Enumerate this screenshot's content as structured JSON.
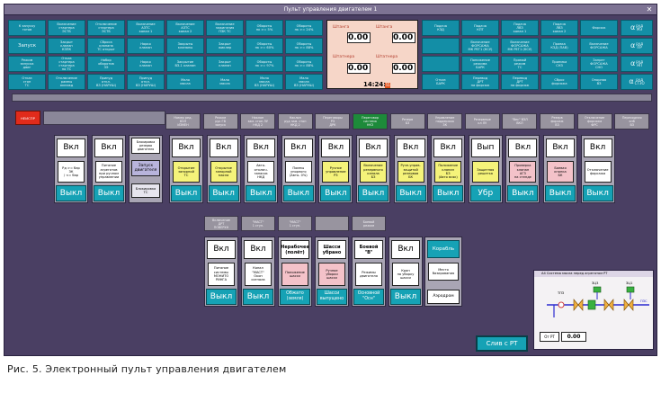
{
  "title": "Пульт управления двигателем 1",
  "caption": "Рис. 5. Электронный пульт управления двигателем",
  "top_grid": [
    [
      [
        "К запуску",
        "готов"
      ],
      [
        "Включение",
        "стартера",
        "ЭСТБ"
      ],
      [
        "Отключение",
        "стартера",
        "ЭСТБ"
      ],
      [
        "Включение",
        "АЗТС",
        "канал 1"
      ],
      [
        "Включение",
        "АЗТС",
        "канал 2"
      ],
      [
        "Включение",
        "зажигания",
        "ПЗК ТС"
      ],
      [
        "Обороты",
        "нк >= 5%"
      ],
      [
        "Обороты",
        "нк >= 24%"
      ]
    ],
    [
      [
        "Запуск"
      ],
      [
        "Закрыт",
        "клапан",
        "КЗПК"
      ],
      [
        "Сброса",
        "клапана",
        "ТС открыт"
      ],
      [
        "Нарко",
        "клапан"
      ],
      [
        "Закрыты",
        "клапаны"
      ],
      [
        "Закрыт",
        "жиклер"
      ],
      [
        "Обороты",
        "нк >= 60%"
      ],
      [
        "Обороты",
        "нк >= 88%"
      ]
    ],
    [
      [
        "Режим",
        "запуска",
        "двиг"
      ],
      [
        "Отказ",
        "стартера",
        "стартера",
        "по ТС"
      ],
      [
        "Набор",
        "оборотов",
        "ЗЭ"
      ],
      [
        "Нарко",
        "клапан"
      ],
      [
        "Закрытие",
        "ВЗ-1 клапан"
      ],
      [
        "Закрыт",
        "клапан"
      ],
      [
        "Обороты",
        "нк >= 97%"
      ],
      [
        "Обороты",
        "нк >= 88%"
      ]
    ],
    [
      [
        "Отказ",
        "стоп",
        "ТС"
      ],
      [
        "Отключение",
        "рампы",
        "охлажд"
      ],
      [
        "Принуд",
        "откл.",
        "ВЗ (НАРУШ)"
      ],
      [
        "Принуд",
        "откл.",
        "ВЗ (НАРУШ)"
      ],
      [
        "Мало",
        "масла"
      ],
      [
        "Мало",
        "масла"
      ],
      [
        "Мало",
        "масла",
        "ВЗ (НАРУШ)"
      ],
      [
        "Мало",
        "масла",
        "ВЗ (НАРУШ)"
      ]
    ]
  ],
  "right_grid": [
    [
      [
        "Подача",
        "КЗД"
      ],
      [
        "Подача",
        "КПТ"
      ],
      [
        "Подача",
        "ЛВЗ",
        "канал 1"
      ],
      [
        "Подача",
        "ЛВЗ",
        "канал 2"
      ],
      [
        "Форсаж"
      ]
    ],
    [
      [
        "",
        ""
      ],
      [
        "Включение",
        "ФОРСАЖА",
        "МК РЕГ1 (КСУ)"
      ],
      [
        "Включение",
        "ФОРСАЖА",
        "МК РЕГ1 (КСУ)"
      ],
      [
        "Правка",
        "КЗД (ПАВ)"
      ],
      [
        "Включение",
        "ФОРСАЖА"
      ]
    ],
    [
      [
        "",
        ""
      ],
      [
        "Понижение",
        "режима",
        "БАРК"
      ],
      [
        "Прямой",
        "режим",
        "ТС"
      ],
      [
        "Приемка",
        "СНЗ"
      ],
      [
        "Запрет",
        "ФОРСАЖА",
        "СНО"
      ]
    ],
    [
      [
        "Отказ",
        "БАРК"
      ],
      [
        "Перевод",
        "ДРТ",
        "на форсаж"
      ],
      [
        "Перевод",
        "ДРТ",
        "на форсаж"
      ],
      [
        "Сброс",
        "форсажа"
      ],
      [
        "Опорная",
        "ВЗ"
      ]
    ]
  ],
  "alpha_col": [
    [
      "α",
      "руд",
      "МЭ"
    ],
    [
      "α",
      "руд",
      "ПР"
    ],
    [
      "α",
      "руд",
      "НП"
    ],
    [
      "α",
      "руд",
      "СТЗО"
    ]
  ],
  "center_panel": {
    "l1": "Штанга",
    "l2": "Штанга",
    "l3": "Штатнера",
    "l4": "Штатнера",
    "v1": "0.00",
    "v2": "0.00",
    "v3": "0.00",
    "v4": "0.00",
    "time": "14:24:",
    "time_tail": "55"
  },
  "headers": [
    [
      "Номер ред.",
      "ВЗЛ",
      "ИЗМЕН"
    ],
    [
      "Режим",
      "рук ГВ",
      "запуск"
    ],
    [
      "Наклон",
      "зам. стоп ЛУ",
      "НКД 2"
    ],
    [
      "Наклон",
      "руд зам. стоп",
      "НКД 2"
    ],
    [
      "Переговоры",
      "РЗ",
      "ДРК"
    ],
    [
      "Переговор",
      "система",
      "НКЗ"
    ],
    [
      "Резерв",
      "БЗ"
    ],
    [
      "Управление",
      "поддержка",
      "ЗК"
    ],
    [
      "Резервные",
      "кл ЛУ"
    ],
    [
      "\"Вес\" ВЗЛ",
      "ВКЛ"
    ],
    [
      "Резерв",
      "форсаж",
      "ВЗ"
    ],
    [
      "Отключение",
      "форсажа",
      "ФРС"
    ],
    [
      "Переходная",
      "кнб",
      "ВЗ"
    ]
  ],
  "lamp1": "НЕИСПР",
  "cards": [
    {
      "top": "Вкл",
      "mid": [
        "Рд >= бар",
        "ЗК",
        "/ <= бар"
      ],
      "bot": "Выкл",
      "cls": ""
    },
    {
      "top": "Вкл",
      "mid": [
        "Питание",
        "агрегатов",
        "при ручном",
        "управлении"
      ],
      "bot": "Выкл",
      "cls": ""
    },
    {
      "top": "Вкл",
      "mid": [
        "Открытие",
        "запорной",
        "ТС"
      ],
      "bot": "Выкл",
      "cls": "y"
    },
    {
      "top": "Вкл",
      "mid": [
        "Открытое",
        "запорной",
        "масла"
      ],
      "bot": "Выкл",
      "cls": "y"
    },
    {
      "top": "Вкл",
      "mid": [
        "Авто-",
        "отключ.",
        "запасок",
        "НКД"
      ],
      "bot": "Выкл",
      "cls": ""
    },
    {
      "top": "Вкл",
      "mid": [
        "Помпы",
        "упорного",
        "(Авто- 0%)"
      ],
      "bot": "Выкл",
      "cls": ""
    },
    {
      "top": "Вкл",
      "mid": [
        "Ручное",
        "управление",
        "РЗ"
      ],
      "bot": "Выкл",
      "cls": "y"
    },
    {
      "top": "Вкл",
      "mid": [
        "Включение",
        "резервного",
        "канала",
        "БЗ"
      ],
      "bot": "Выкл",
      "cls": "y"
    },
    {
      "top": "Вкл",
      "mid": [
        "Ручн.управ.",
        "защитой",
        "резервов",
        "БК"
      ],
      "bot": "Выкл",
      "cls": "y"
    },
    {
      "top": "Вкл",
      "mid": [
        "Положение",
        "клапан",
        "БЗ",
        "(Авто всяк)"
      ],
      "bot": "Выкл",
      "cls": "y"
    },
    {
      "top": "Вып",
      "mid": [
        "Защитная",
        "решетка"
      ],
      "bot": "Убр",
      "cls": "y"
    },
    {
      "top": "Вкл",
      "mid": [
        "Проверка",
        "клапан",
        "АГЗ",
        "на стенде"
      ],
      "bot": "Выкл",
      "cls": "pk"
    },
    {
      "top": "Вкл",
      "mid": [
        "Боевая",
        "кнопка",
        "БК"
      ],
      "bot": "Выкл",
      "cls": "pk"
    },
    {
      "top": "Вкл",
      "mid": [
        "Отключение",
        "форсажа"
      ],
      "bot": "Выкл",
      "cls": ""
    }
  ],
  "special": {
    "head": [
      "Блокировка",
      "резерва",
      "двигателя"
    ],
    "main": [
      "Запуск",
      "двигателя"
    ],
    "foot": [
      "Блокировка",
      "ТС"
    ]
  },
  "bottom_headers": [
    [
      "Включение",
      "ДРТ",
      "ПОВЕРХН"
    ],
    [
      "\"МАСТ\"",
      "1 ступ."
    ],
    [
      "\"МАСТ\"",
      "1 ступ."
    ],
    [],
    [
      "Боевой",
      "режим"
    ]
  ],
  "bottom_cards": [
    {
      "top": "Вкл",
      "mid": [
        "Питание",
        "системы",
        "МОНИТО",
        "РИНГА"
      ],
      "bot": "Выкл",
      "cls": "",
      "t2": false
    },
    {
      "top": "Вкл",
      "mid": [
        "Канал",
        "\"МАСТ\"",
        "",
        "Окон",
        "сигнала"
      ],
      "bot": "Выкл",
      "cls": "",
      "t2": false
    },
    {
      "top": "Нерабочее (полёт)",
      "mid": [
        "Положение",
        "шасси"
      ],
      "bot": "Обжато (земля)",
      "cls": "pk",
      "t2": true
    },
    {
      "top": "Шасси убрано",
      "mid": [
        "Ручное",
        "уборки",
        "шасси"
      ],
      "bot": "Шасси выпущено",
      "cls": "pk",
      "t2": true
    },
    {
      "top": "Боевой \"В\"",
      "mid": [
        "Режимы",
        "двигателя"
      ],
      "bot": "Основной \"Осн\"",
      "cls": "",
      "t2": true
    },
    {
      "top": "Вкл",
      "mid": [
        "Кран",
        "на уборку",
        "шасси"
      ],
      "bot": "Выкл",
      "cls": "",
      "t2": false
    }
  ],
  "korabl": {
    "top": "Корабль",
    "mid": [
      "Место",
      "базирования"
    ],
    "bot": "Аэродром"
  },
  "mini": {
    "title": "А4 Система масла перед агрегатом РТ",
    "label1": "ТПЗ",
    "label2": "ЗЦ3",
    "label3": "ЗЦ1",
    "label4": "ПЗС",
    "out_label": "От РТ",
    "value": "0.00"
  },
  "slive": "Слив с РТ"
}
